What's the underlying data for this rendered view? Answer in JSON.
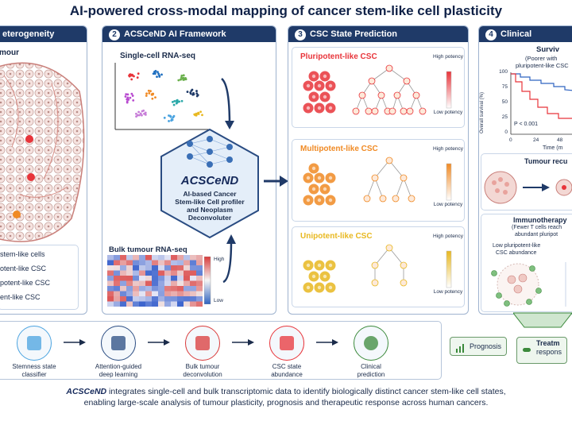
{
  "title": "AI-powered cross-modal mapping of cancer stem-like cell plasticity",
  "panel1": {
    "header": "eterogeneity",
    "subtitle": "mour",
    "legend": [
      "stem-like cells",
      "otent-like CSC",
      "potent-like CSC",
      "ent-like CSC"
    ]
  },
  "panel2": {
    "number": "2",
    "header": "ACSCeND AI Framework",
    "sc_label": "Single-cell RNA-seq",
    "model_name": "ACSCeND",
    "model_desc": [
      "AI-based Cancer",
      "Stem-like Cell profiler",
      "and Neoplasm",
      "Deconvoluter"
    ],
    "bulk_label": "Bulk tumour RNA-seq",
    "scale_high": "High",
    "scale_low": "Low"
  },
  "panel3": {
    "number": "3",
    "header": "CSC State Prediction",
    "states": [
      {
        "name": "Pluripotent-like CSC",
        "color": "#e8343a"
      },
      {
        "name": "Multipotent-like CSC",
        "color": "#f08a24"
      },
      {
        "name": "Unipotent-like CSC",
        "color": "#e8b820"
      }
    ],
    "potency_high": "High potency",
    "potency_low": "Low potency"
  },
  "panel4": {
    "number": "4",
    "header": "Clinical",
    "survival_title": "Surviv",
    "survival_sub1": "(Poorer with",
    "survival_sub2": "pluripotent-like CSC",
    "yaxis": "Overall survival (%)",
    "yticks": [
      "100",
      "75",
      "50",
      "25",
      "0"
    ],
    "xticks": [
      "0",
      "24",
      "48"
    ],
    "xlabel": "Time (m",
    "pvalue": "P < 0.001",
    "recurrence": "Tumour recu",
    "immuno_title": "Immunotherapy",
    "immuno_sub1": "(Fewer T cells reach",
    "immuno_sub2": "abundant pluripot",
    "immuno_low1": "Low pluripotent-like",
    "immuno_low2": "CSC abundance",
    "pill_prognosis": "Prognosis",
    "pill_treatment": "Treatm",
    "pill_response": "respons"
  },
  "pipeline": [
    {
      "l1": "Stemness state",
      "l2": "classifier"
    },
    {
      "l1": "Attention-guided",
      "l2": "deep learning"
    },
    {
      "l1": "Bulk tumour",
      "l2": "deconvolution"
    },
    {
      "l1": "CSC state",
      "l2": "abundance"
    },
    {
      "l1": "Clinical",
      "l2": "prediction"
    }
  ],
  "footer": {
    "brand": "ACSCeND",
    "line1": " integrates single-cell and bulk transcriptomic data to identify biologically distinct cancer stem-like cell states,",
    "line2": "enabling large-scale analysis of tumour plasticity, prognosis and therapeutic response across human cancers."
  },
  "colors": {
    "navy": "#1f3a68",
    "pluri": "#e8343a",
    "multi": "#f08a24",
    "uni": "#e8b820",
    "green": "#3b8a3b"
  }
}
